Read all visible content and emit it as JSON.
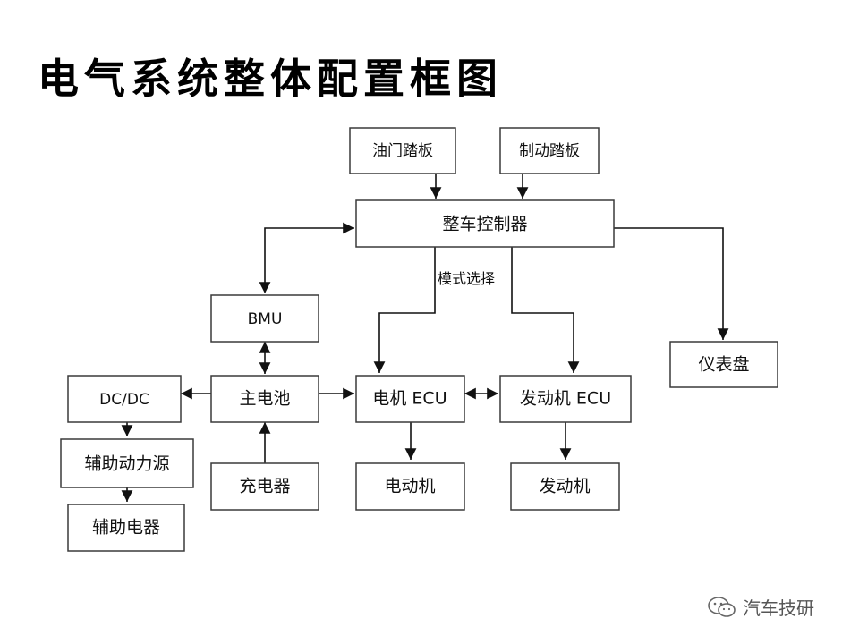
{
  "title": "电气系统整体配置框图",
  "nodes": {
    "throttle": "油门踏板",
    "brake": "制动踏板",
    "vcu": "整车控制器",
    "bmu": "BMU",
    "motor_ecu": "电机 ECU",
    "engine_ecu": "发动机 ECU",
    "dashboard": "仪表盘",
    "dcdc": "DC/DC",
    "battery": "主电池",
    "aux_power": "辅助动力源",
    "aux_appliance": "辅助电器",
    "charger": "充电器",
    "motor": "电动机",
    "engine": "发动机"
  },
  "edge_labels": {
    "mode_select": "模式选择"
  },
  "edges": [
    {
      "from": "throttle",
      "to": "vcu",
      "direction": "forward"
    },
    {
      "from": "brake",
      "to": "vcu",
      "direction": "forward"
    },
    {
      "from": "vcu",
      "to": "bmu",
      "direction": "both"
    },
    {
      "from": "vcu",
      "to": "motor_ecu",
      "direction": "forward",
      "label": "模式选择"
    },
    {
      "from": "vcu",
      "to": "engine_ecu",
      "direction": "forward"
    },
    {
      "from": "vcu",
      "to": "dashboard",
      "direction": "forward"
    },
    {
      "from": "bmu",
      "to": "battery",
      "direction": "both"
    },
    {
      "from": "battery",
      "to": "dcdc",
      "direction": "forward"
    },
    {
      "from": "battery",
      "to": "motor_ecu",
      "direction": "forward"
    },
    {
      "from": "motor_ecu",
      "to": "engine_ecu",
      "direction": "both"
    },
    {
      "from": "charger",
      "to": "battery",
      "direction": "forward"
    },
    {
      "from": "dcdc",
      "to": "aux_power",
      "direction": "forward"
    },
    {
      "from": "aux_power",
      "to": "aux_appliance",
      "direction": "forward"
    },
    {
      "from": "motor_ecu",
      "to": "motor",
      "direction": "forward"
    },
    {
      "from": "engine_ecu",
      "to": "engine",
      "direction": "forward"
    }
  ],
  "watermark": {
    "text": "汽车技研",
    "icon": "wechat-icon"
  }
}
